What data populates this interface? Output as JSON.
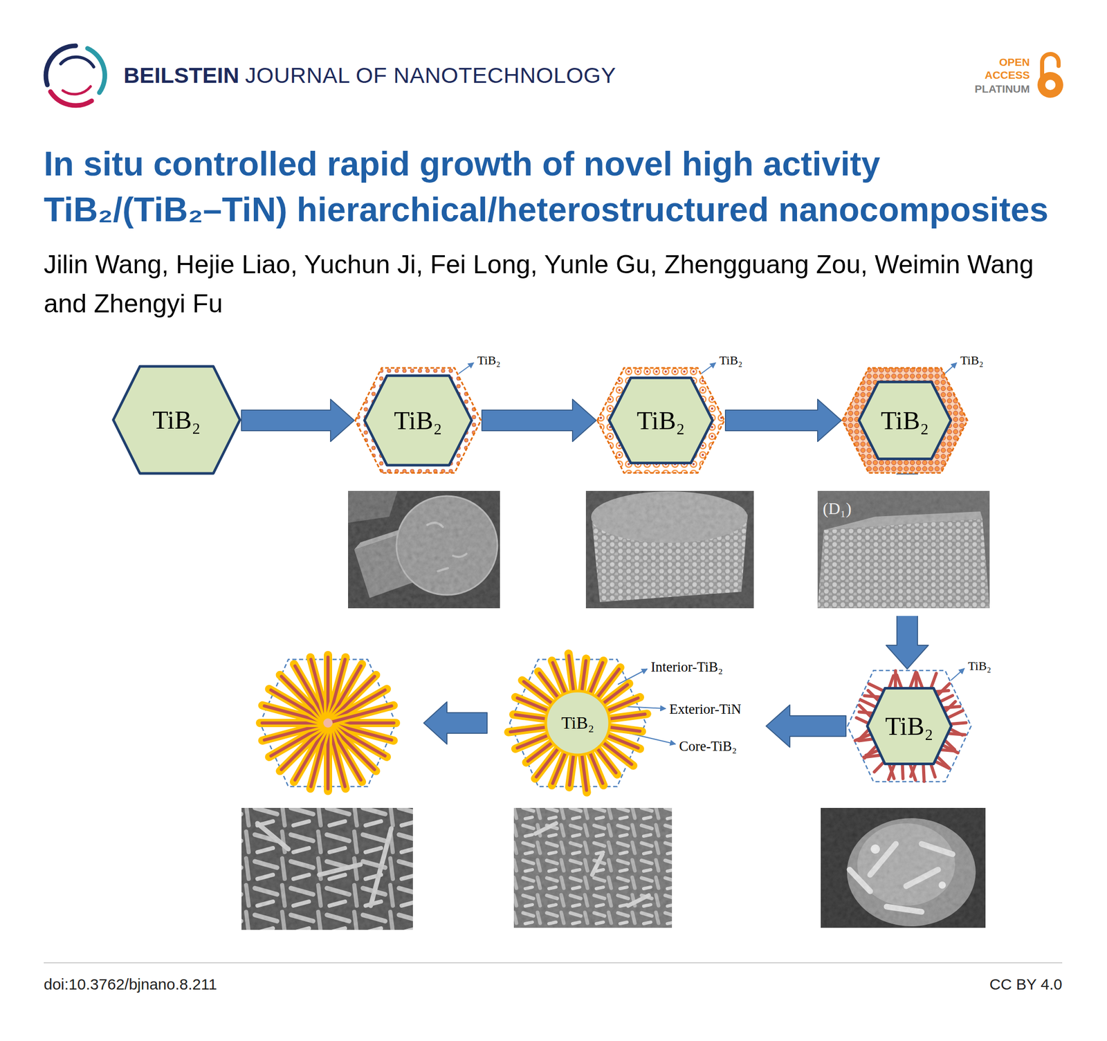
{
  "diagram": {
    "title": "In situ controlled rapid growth of novel high activity TiB₂/(TiB₂–TiN) hierarchical/heterostructured nanocomposites",
    "nodes": [
      {
        "text": [
          "TiB₂"
        ]
      },
      {
        "text": [
          "TiB₂"
        ]
      },
      {
        "text": [
          "TiB₂"
        ]
      },
      {
        "text": [
          "TiB₂"
        ]
      },
      {
        "text": [
          "TiB₂"
        ]
      },
      {
        "text": [
          "TiB₂"
        ]
      }
    ],
    "edges": [
      {
        "from": 0,
        "to": 1,
        "arrow": "to"
      },
      {
        "from": 1,
        "to": 2,
        "arrow": "to"
      },
      {
        "from": 2,
        "to": 3,
        "arrow": "to"
      },
      {
        "from": 3,
        "to": 4,
        "arrow": "to"
      },
      {
        "from": 4,
        "to": 5,
        "arrow": "to"
      }
    ],
    "labels": [
      "BEILSTEIN",
      "JOURNAL OF NANOTECHNOLOGY",
      "OPEN",
      "ACCESS",
      "PLATINUM",
      "Jilin Wang, Hejie Liao, Yuchun Ji, Fei Long, Yunle Gu, Zhengguang Zou, Weimin Wang and Zhengyi Fu",
      "TiB₂",
      "TiB₂",
      "TiB₂",
      "(D₁)",
      "TiB₂",
      "Interior-TiB₂",
      "Exterior-TiN",
      "Core-TiB₂",
      "doi:10.3762/bjnano.8.211",
      "CC BY 4.0"
    ]
  }
}
